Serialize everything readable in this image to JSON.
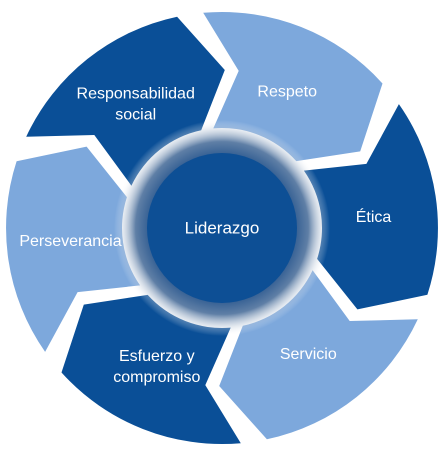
{
  "center": {
    "label": "Liderazgo"
  },
  "segments": [
    {
      "lines": [
        "Respeto"
      ],
      "tone": "light"
    },
    {
      "lines": [
        "Ética"
      ],
      "tone": "dark"
    },
    {
      "lines": [
        "Servicio"
      ],
      "tone": "light"
    },
    {
      "lines": [
        "Esfuerzo y",
        "compromiso"
      ],
      "tone": "dark"
    },
    {
      "lines": [
        "Perseverancia"
      ],
      "tone": "light"
    },
    {
      "lines": [
        "Responsabilidad",
        "social"
      ],
      "tone": "dark"
    }
  ],
  "colors": {
    "dark": "#0a4f97",
    "light": "#7da8dc",
    "center": "#0d4f95",
    "ring_inner": "#20508a",
    "ring_outer": "#ffffff"
  }
}
